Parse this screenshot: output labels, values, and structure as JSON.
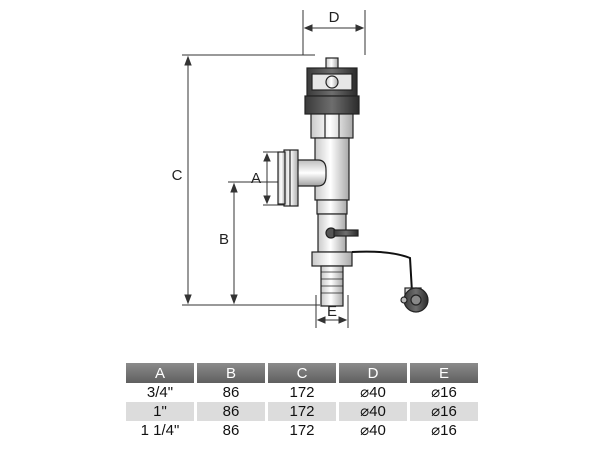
{
  "dimension_labels": {
    "a": "A",
    "b": "B",
    "c": "C",
    "d": "D",
    "e": "E"
  },
  "table": {
    "headers": [
      "A",
      "B",
      "C",
      "D",
      "E"
    ],
    "rows": [
      [
        "3/4\"",
        "86",
        "172",
        "⌀40",
        "⌀16"
      ],
      [
        "1\"",
        "86",
        "172",
        "⌀40",
        "⌀16"
      ],
      [
        "1 1/4\"",
        "86",
        "172",
        "⌀40",
        "⌀16"
      ]
    ]
  }
}
